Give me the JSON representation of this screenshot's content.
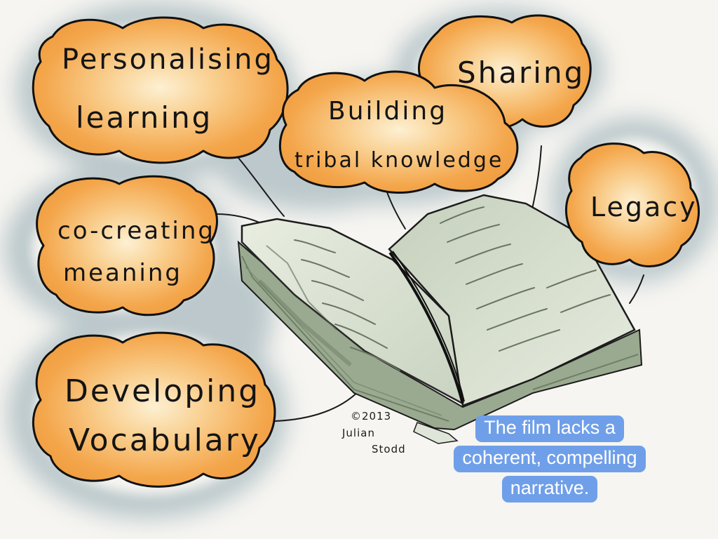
{
  "bubbles": {
    "personalising": {
      "line1": "Personalising",
      "line2": "learning"
    },
    "sharing": {
      "line1": "Sharing"
    },
    "building": {
      "line1": "Building",
      "line2": "tribal knowledge"
    },
    "cocreating": {
      "line1": "co-creating",
      "line2": "meaning"
    },
    "legacy": {
      "line1": "Legacy"
    },
    "developing": {
      "line1": "Developing",
      "line2": "Vocabulary"
    }
  },
  "signature": {
    "copyright": "©2013",
    "first_name": "Julian",
    "last_name": "Stodd"
  },
  "caption": {
    "line1": "The film lacks a",
    "line2": "coherent, compelling",
    "line3": "narrative."
  },
  "colors": {
    "bubble_orange": "#f4a64b",
    "bubble_glow": "#fbe2b4",
    "halo_blue_gray": "#a9bac0",
    "book_green_gray": "#c8d2c2",
    "caption_blue": "#6f9fe9"
  }
}
